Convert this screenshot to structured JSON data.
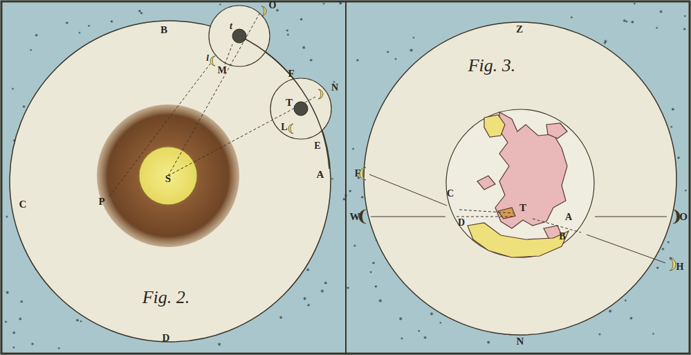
{
  "diagram": {
    "labels": [
      "B",
      "O",
      "t",
      "l",
      "M",
      "F",
      "N",
      "T",
      "L",
      "E",
      "P",
      "C",
      "S",
      "A",
      "Fig. 2.",
      "D",
      "Z",
      "Fig. 3.",
      "F",
      "C",
      "W",
      "D",
      "T",
      "A",
      "O",
      "B",
      "H",
      "N"
    ]
  }
}
